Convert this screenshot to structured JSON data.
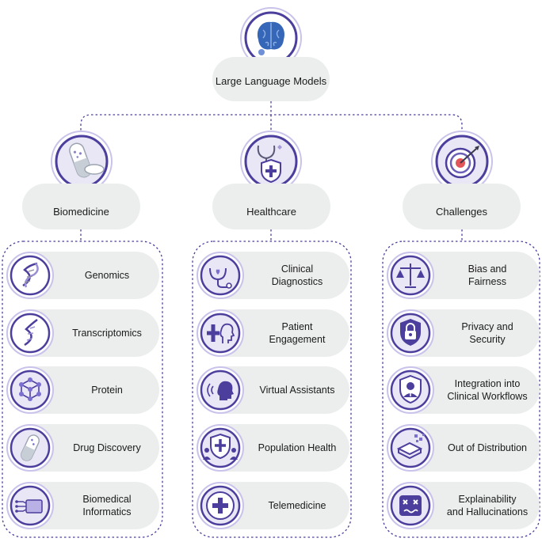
{
  "root": {
    "label": "Large Language Models",
    "icon": "brain-icon"
  },
  "columns": [
    {
      "key": "biomedicine",
      "label": "Biomedicine",
      "icon": "capsule-icon",
      "items": [
        {
          "label": "Genomics",
          "icon": "dna-icon"
        },
        {
          "label": "Transcriptomics",
          "icon": "rna-icon"
        },
        {
          "label": "Protein",
          "icon": "molecule-icon"
        },
        {
          "label": "Drug Discovery",
          "icon": "pill-icon"
        },
        {
          "label": "Biomedical\nInformatics",
          "icon": "circuit-chip-icon"
        }
      ]
    },
    {
      "key": "healthcare",
      "label": "Healthcare",
      "icon": "stethoscope-shield-icon",
      "items": [
        {
          "label": "Clinical\nDiagnostics",
          "icon": "stethoscope-heart-icon"
        },
        {
          "label": "Patient\nEngagement",
          "icon": "patient-cross-icon"
        },
        {
          "label": "Virtual Assistants",
          "icon": "speaking-head-icon"
        },
        {
          "label": "Population Health",
          "icon": "shield-people-icon"
        },
        {
          "label": "Telemedicine",
          "icon": "medical-cross-icon"
        }
      ]
    },
    {
      "key": "challenges",
      "label": "Challenges",
      "icon": "target-icon",
      "items": [
        {
          "label": "Bias and\nFairness",
          "icon": "scales-icon"
        },
        {
          "label": "Privacy and\nSecurity",
          "icon": "shield-lock-icon"
        },
        {
          "label": "Integration into\nClinical Workflows",
          "icon": "shield-doctor-icon"
        },
        {
          "label": "Out of Distribution",
          "icon": "stacked-layers-icon"
        },
        {
          "label": "Explainability\nand Hallucinations",
          "icon": "confused-face-icon"
        }
      ]
    }
  ],
  "colors": {
    "accent": "#4b3e9c",
    "accent_light": "#a79ad8",
    "pill": "#eceeee",
    "icon_fill": "#e9e7f6"
  }
}
